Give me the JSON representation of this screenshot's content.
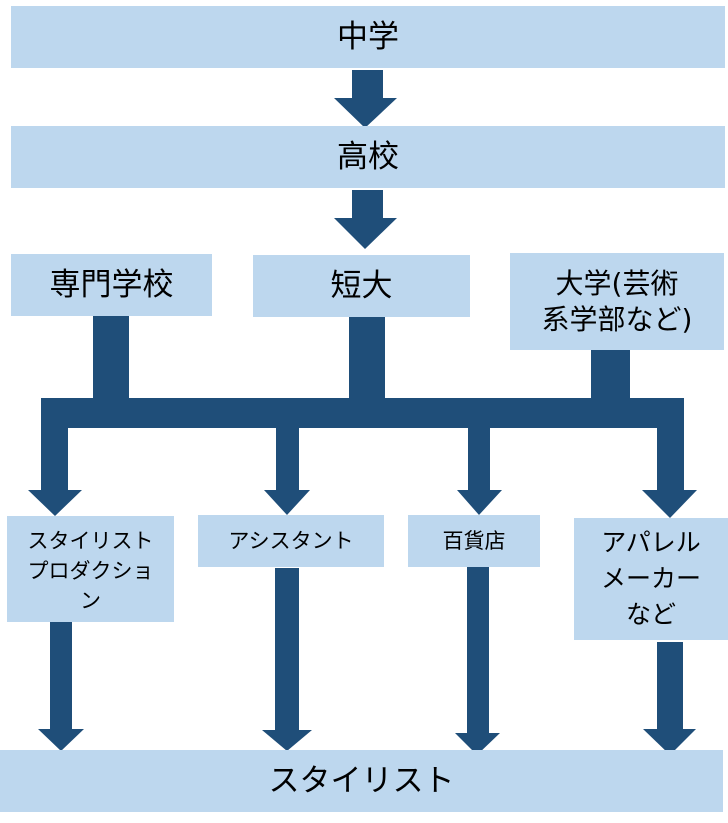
{
  "colors": {
    "box": "#BDD7EE",
    "arrow": "#1F4E79",
    "text": "#000000"
  },
  "nodes": {
    "middle_school": "中学",
    "high_school": "高校",
    "vocational_school": "専門学校",
    "junior_college": "短大",
    "university": "大学(芸術\n系学部など)",
    "stylist_production": "スタイリスト\nプロダクショ\nン",
    "assistant": "アシスタント",
    "department_store": "百貨店",
    "apparel_maker": "アパレル\nメーカー\nなど",
    "stylist": "スタイリスト"
  },
  "edges": [
    [
      "middle_school",
      "high_school"
    ],
    [
      "high_school",
      "vocational_school"
    ],
    [
      "high_school",
      "junior_college"
    ],
    [
      "high_school",
      "university"
    ],
    [
      "vocational_school",
      "stylist_production"
    ],
    [
      "vocational_school",
      "assistant"
    ],
    [
      "vocational_school",
      "department_store"
    ],
    [
      "vocational_school",
      "apparel_maker"
    ],
    [
      "junior_college",
      "stylist_production"
    ],
    [
      "junior_college",
      "assistant"
    ],
    [
      "junior_college",
      "department_store"
    ],
    [
      "junior_college",
      "apparel_maker"
    ],
    [
      "university",
      "stylist_production"
    ],
    [
      "university",
      "assistant"
    ],
    [
      "university",
      "department_store"
    ],
    [
      "university",
      "apparel_maker"
    ],
    [
      "stylist_production",
      "stylist"
    ],
    [
      "assistant",
      "stylist"
    ],
    [
      "department_store",
      "stylist"
    ],
    [
      "apparel_maker",
      "stylist"
    ]
  ]
}
